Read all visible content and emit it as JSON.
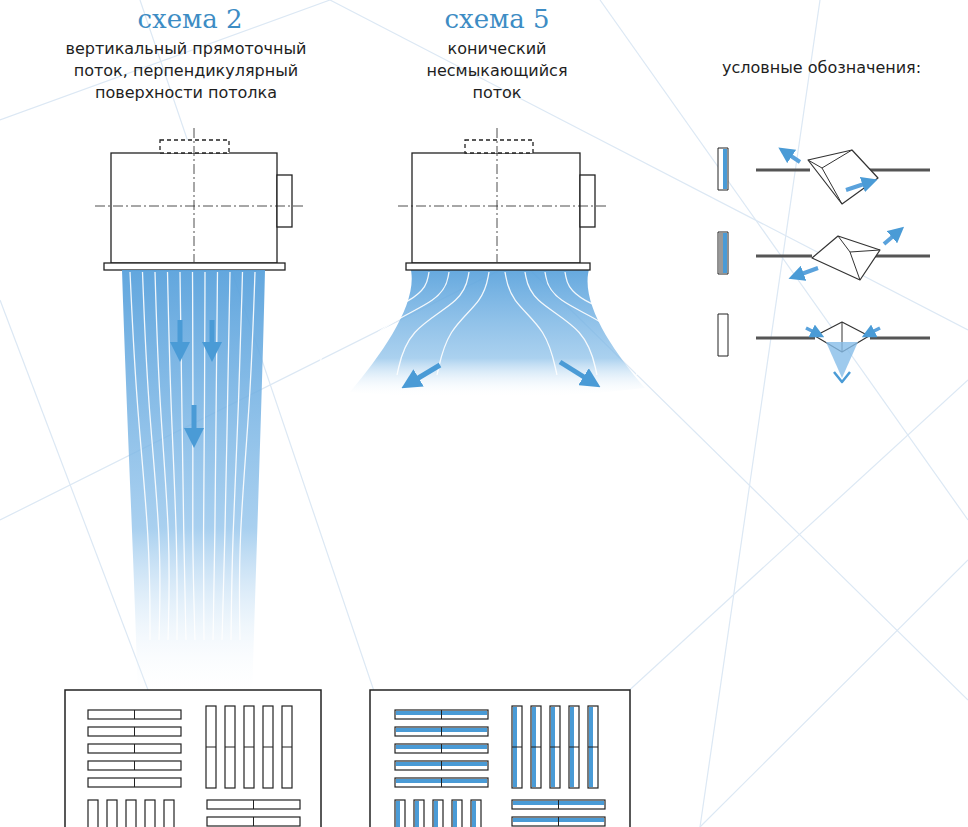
{
  "diagram": {
    "labels": [
      "схема 2",
      "вертикальный прямоточный поток, перпендикулярный поверхности потолка",
      "схема 5",
      "конический несмыкающийся поток",
      "условные обозначения:"
    ]
  }
}
